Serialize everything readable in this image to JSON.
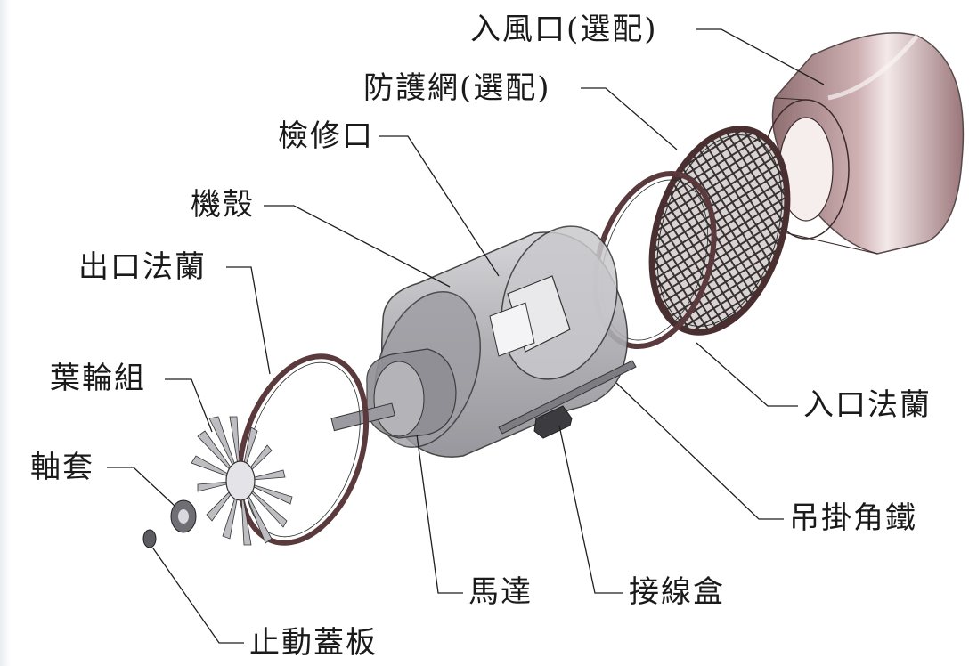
{
  "labels": {
    "inlet_cone": "入風口(選配)",
    "guard_mesh": "防護網(選配)",
    "inspection_port": "檢修口",
    "casing": "機殼",
    "outlet_flange": "出口法蘭",
    "impeller": "葉輪組",
    "bushing": "軸套",
    "stop_cover": "止動蓋板",
    "motor": "馬達",
    "junction_box": "接線盒",
    "hanger_angle": "吊掛角鐵",
    "inlet_flange": "入口法蘭"
  },
  "colors": {
    "flange": "#5a3a3c",
    "casing_fill": "#b9b9bd",
    "cone_fill": "#9c6e72",
    "line": "#2a2a2a"
  }
}
